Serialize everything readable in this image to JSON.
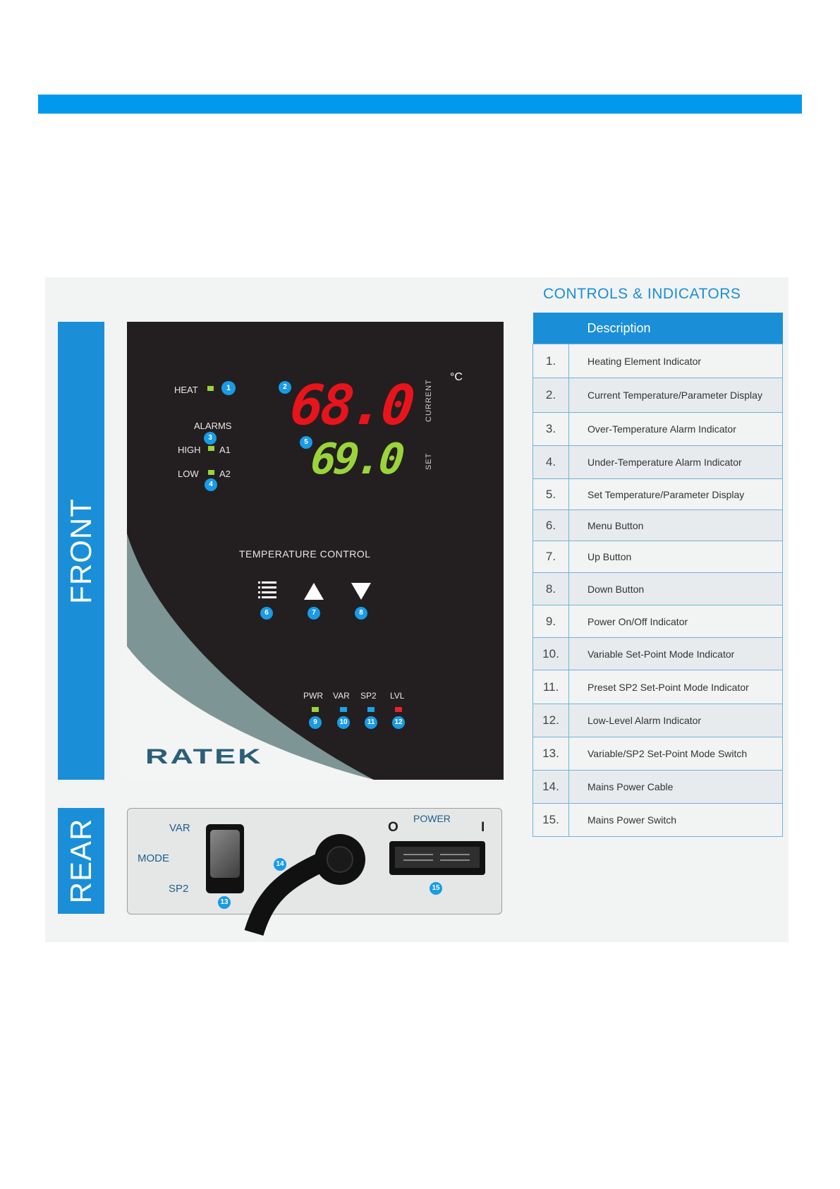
{
  "front_label": "FRONT",
  "rear_label": "REAR",
  "panel": {
    "heat_label": "HEAT",
    "alarms_label": "ALARMS",
    "high_label": "HIGH",
    "a1_label": "A1",
    "low_label": "LOW",
    "a2_label": "A2",
    "current_value": "68.0",
    "set_value": "69.0",
    "current_label": "CURRENT",
    "set_label": "SET",
    "unit": "°C",
    "title": "TEMPERATURE CONTROL",
    "pwr_label": "PWR",
    "var_label": "VAR",
    "sp2_label": "SP2",
    "lvl_label": "LVL",
    "brand": "RATEK",
    "colors": {
      "led_green": "#9bd43a",
      "led_blue": "#1aa3e8",
      "led_red": "#e8242a",
      "display_red": "#e8141c",
      "display_green": "#9bd43a"
    }
  },
  "rear": {
    "var_label": "VAR",
    "mode_label": "MODE",
    "sp2_label": "SP2",
    "power_label": "POWER",
    "off_symbol": "O",
    "on_symbol": "I"
  },
  "badges": [
    "1",
    "2",
    "3",
    "4",
    "5",
    "6",
    "7",
    "8",
    "9",
    "10",
    "11",
    "12",
    "13",
    "14",
    "15"
  ],
  "controls": {
    "title": "CONTROLS & INDICATORS",
    "header_description": "Description",
    "rows": [
      {
        "num": "1.",
        "text": "Heating Element Indicator"
      },
      {
        "num": "2.",
        "text": "Current Temperature/Parameter Display"
      },
      {
        "num": "3.",
        "text": "Over-Temperature Alarm Indicator"
      },
      {
        "num": "4.",
        "text": "Under-Temperature Alarm Indicator"
      },
      {
        "num": "5.",
        "text": "Set Temperature/Parameter Display"
      },
      {
        "num": "6.",
        "text": "Menu Button"
      },
      {
        "num": "7.",
        "text": "Up Button"
      },
      {
        "num": "8.",
        "text": "Down Button"
      },
      {
        "num": "9.",
        "text": "Power On/Off Indicator"
      },
      {
        "num": "10.",
        "text": "Variable Set-Point Mode Indicator"
      },
      {
        "num": "11.",
        "text": "Preset SP2 Set-Point Mode Indicator"
      },
      {
        "num": "12.",
        "text": "Low-Level Alarm Indicator"
      },
      {
        "num": "13.",
        "text": "Variable/SP2 Set-Point Mode Switch"
      },
      {
        "num": "14.",
        "text": "Mains Power Cable"
      },
      {
        "num": "15.",
        "text": "Mains Power Switch"
      }
    ]
  }
}
